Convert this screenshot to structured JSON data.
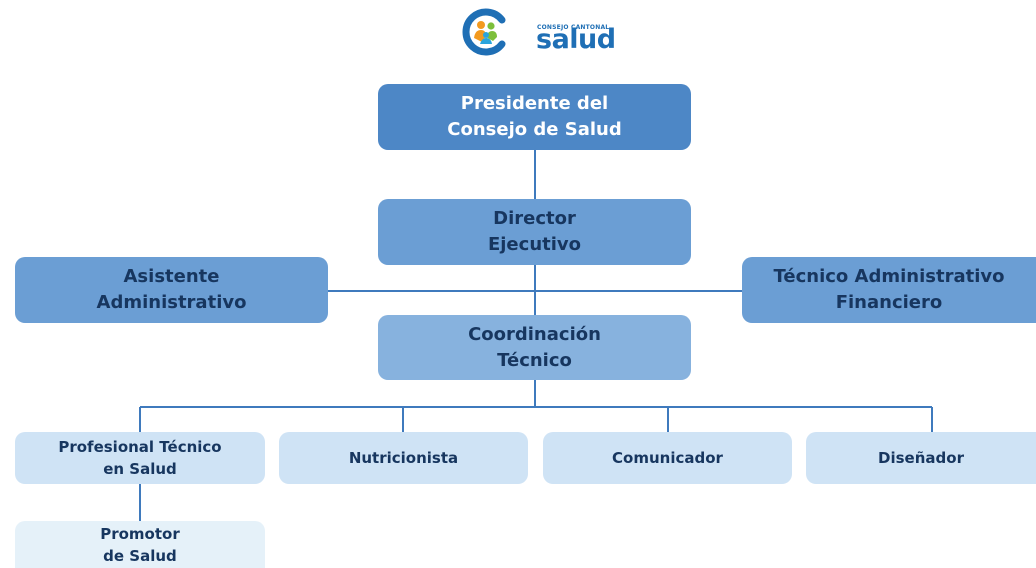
{
  "logo": {
    "small_text": "CONSEJO CANTONAL",
    "word": "salud",
    "icon": "family-people-icon",
    "colors": {
      "ring": "#1f6fb5",
      "orange": "#f39a1f",
      "green": "#7dbf3b",
      "blue": "#2aa4dc"
    }
  },
  "org_chart": {
    "president": {
      "line1": "Presidente del",
      "line2": "Consejo de Salud"
    },
    "director": {
      "line1": "Director",
      "line2": "Ejecutivo"
    },
    "assistant": {
      "line1": "Asistente",
      "line2": "Administrativo"
    },
    "finance_tech": {
      "line1": "Técnico Administrativo",
      "line2": "Financiero"
    },
    "coordination": {
      "line1": "Coordinación",
      "line2": "Técnico"
    },
    "health_professional": {
      "line1": "Profesional Técnico",
      "line2": "en Salud"
    },
    "nutritionist": {
      "label": "Nutricionista"
    },
    "communicator": {
      "label": "Comunicador"
    },
    "designer": {
      "label": "Diseñador"
    },
    "promoter": {
      "line1": "Promotor",
      "line2": "de Salud"
    }
  },
  "colors": {
    "level1": "#4d87c6",
    "level2": "#6b9ed4",
    "level3": "#87b2de",
    "level4": "#cfe3f5",
    "level5": "#e5f1f9",
    "connector": "#3f7abd",
    "text_dark": "#17365f",
    "text_light": "#ffffff"
  }
}
